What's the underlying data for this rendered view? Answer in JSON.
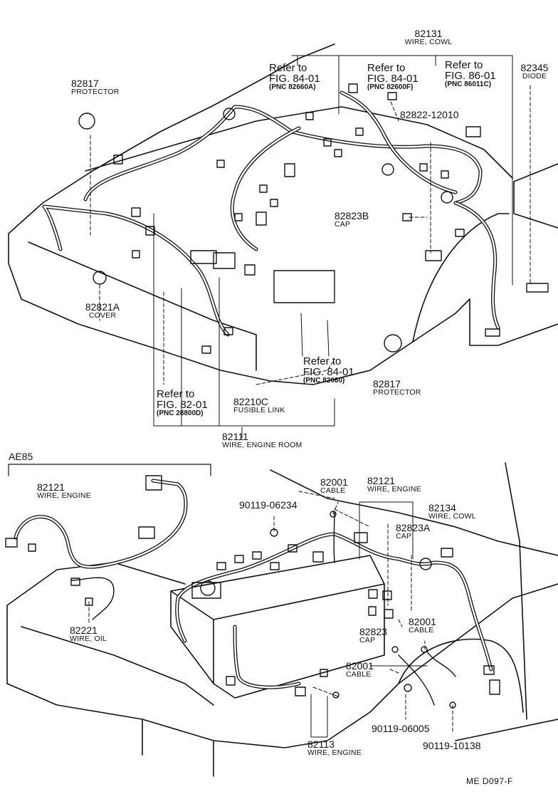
{
  "model_label": "AE85",
  "diagram_code": "ME  D097-F",
  "callouts": [
    {
      "pn": "82131",
      "name": "WIRE, COWL"
    },
    {
      "pn": "82345",
      "name": "DIODE"
    },
    {
      "pn": "82817",
      "name": "PROTECTOR"
    },
    {
      "pn": "82822-12010"
    },
    {
      "pn": "82823B",
      "name": "CAP"
    },
    {
      "pn": "82821A",
      "name": "COVER"
    },
    {
      "pn": "82817",
      "name": "PROTECTOR"
    },
    {
      "pn": "82210C",
      "name": "FUSIBLE LINK"
    },
    {
      "pn": "82111",
      "name": "WIRE, ENGINE ROOM"
    },
    {
      "pn": "82121",
      "name": "WIRE, ENGINE"
    },
    {
      "pn": "90119-06234"
    },
    {
      "pn": "82001",
      "name": "CABLE"
    },
    {
      "pn": "82121",
      "name": "WIRE, ENGINE"
    },
    {
      "pn": "82823A",
      "name": "CAP"
    },
    {
      "pn": "82134",
      "name": "WIRE, COWL"
    },
    {
      "pn": "82221",
      "name": "WIRE, OIL"
    },
    {
      "pn": "82823",
      "name": "CAP"
    },
    {
      "pn": "82001",
      "name": "CABLE"
    },
    {
      "pn": "82001",
      "name": "CABLE"
    },
    {
      "pn": "90119-06005"
    },
    {
      "pn": "90119-10138"
    },
    {
      "pn": "82113",
      "name": "WIRE, ENGINE"
    }
  ],
  "refs": [
    {
      "l1": "Refer to",
      "l2": "FIG. 84-01",
      "pnc": "(PNC 82660A)"
    },
    {
      "l1": "Refer to",
      "l2": "FIG. 84-01",
      "pnc": "(PNC 82600F)"
    },
    {
      "l1": "Refer to",
      "l2": "FIG. 86-01",
      "pnc": "(PNC 86011C)"
    },
    {
      "l1": "Refer to",
      "l2": "FIG. 84-01",
      "pnc": "(PNC 82660)"
    },
    {
      "l1": "Refer to",
      "l2": "FIG. 82-01",
      "pnc": "(PNC 28800D)"
    }
  ]
}
